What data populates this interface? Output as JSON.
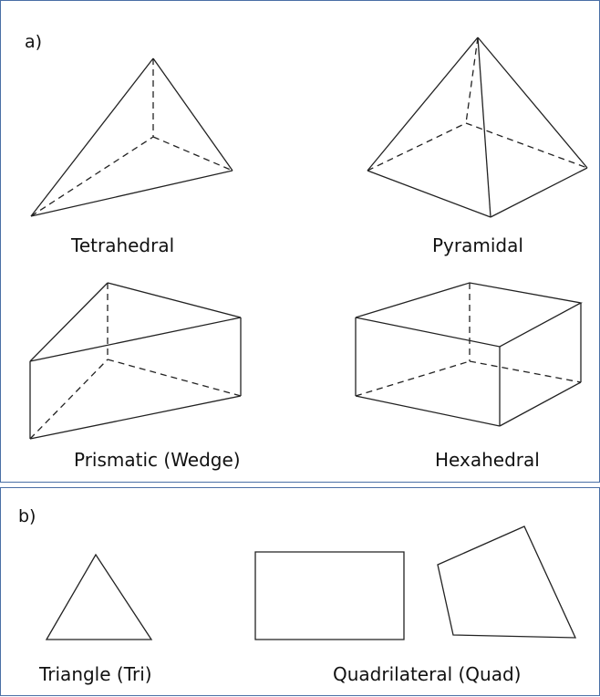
{
  "panel_a": {
    "label": "a)",
    "captions": {
      "tetrahedral": "Tetrahedral",
      "pyramidal": "Pyramidal",
      "prismatic": "Prismatic (Wedge)",
      "hexahedral": "Hexahedral"
    }
  },
  "panel_b": {
    "label": "b)",
    "captions": {
      "triangle": "Triangle (Tri)",
      "quadrilateral": "Quadrilateral (Quad)"
    }
  }
}
